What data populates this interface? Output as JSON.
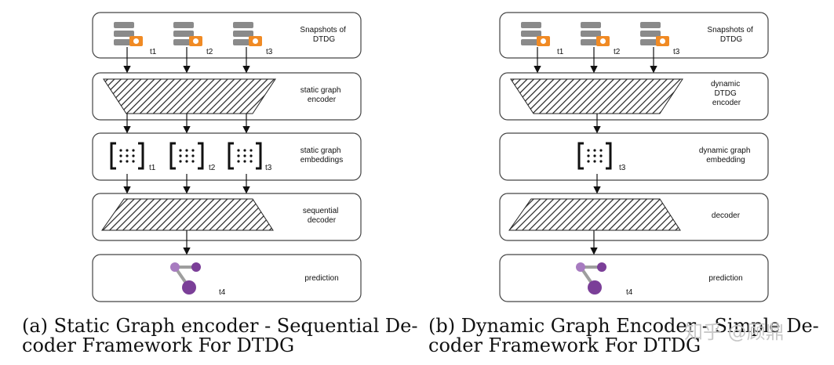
{
  "panel_a": {
    "side_labels": {
      "snapshots": [
        "Snapshots of",
        "DTDG"
      ],
      "encoder": [
        "static graph",
        "encoder"
      ],
      "embeddings": [
        "static graph",
        "embeddings"
      ],
      "decoder": [
        "sequential",
        "decoder"
      ],
      "prediction": [
        "prediction"
      ]
    },
    "snapshot_times": [
      "t1",
      "t2",
      "t3"
    ],
    "embedding_times": [
      "t1",
      "t2",
      "t3"
    ],
    "prediction_time": "t4",
    "caption": [
      "(a) Static Graph encoder - Sequential De-",
      "coder Framework For DTDG"
    ]
  },
  "panel_b": {
    "side_labels": {
      "snapshots": [
        "Snapshots of",
        "DTDG"
      ],
      "encoder": [
        "dynamic",
        "DTDG",
        "encoder"
      ],
      "embeddings": [
        "dynamic graph",
        "embedding"
      ],
      "decoder": [
        "decoder"
      ],
      "prediction": [
        "prediction"
      ]
    },
    "snapshot_times": [
      "t1",
      "t2",
      "t3"
    ],
    "embedding_times": [
      "t3"
    ],
    "prediction_time": "t4",
    "caption": [
      "(b) Dynamic Graph Encoder - Simple De-",
      "coder Framework For DTDG"
    ]
  },
  "watermark": "知乎 @顾鼎",
  "colors": {
    "camera": "#f08a24",
    "node_light": "#a77bc0",
    "node_dark": "#7b3f98",
    "edge": "#9e9e9e",
    "db": "#8a8a8a"
  }
}
